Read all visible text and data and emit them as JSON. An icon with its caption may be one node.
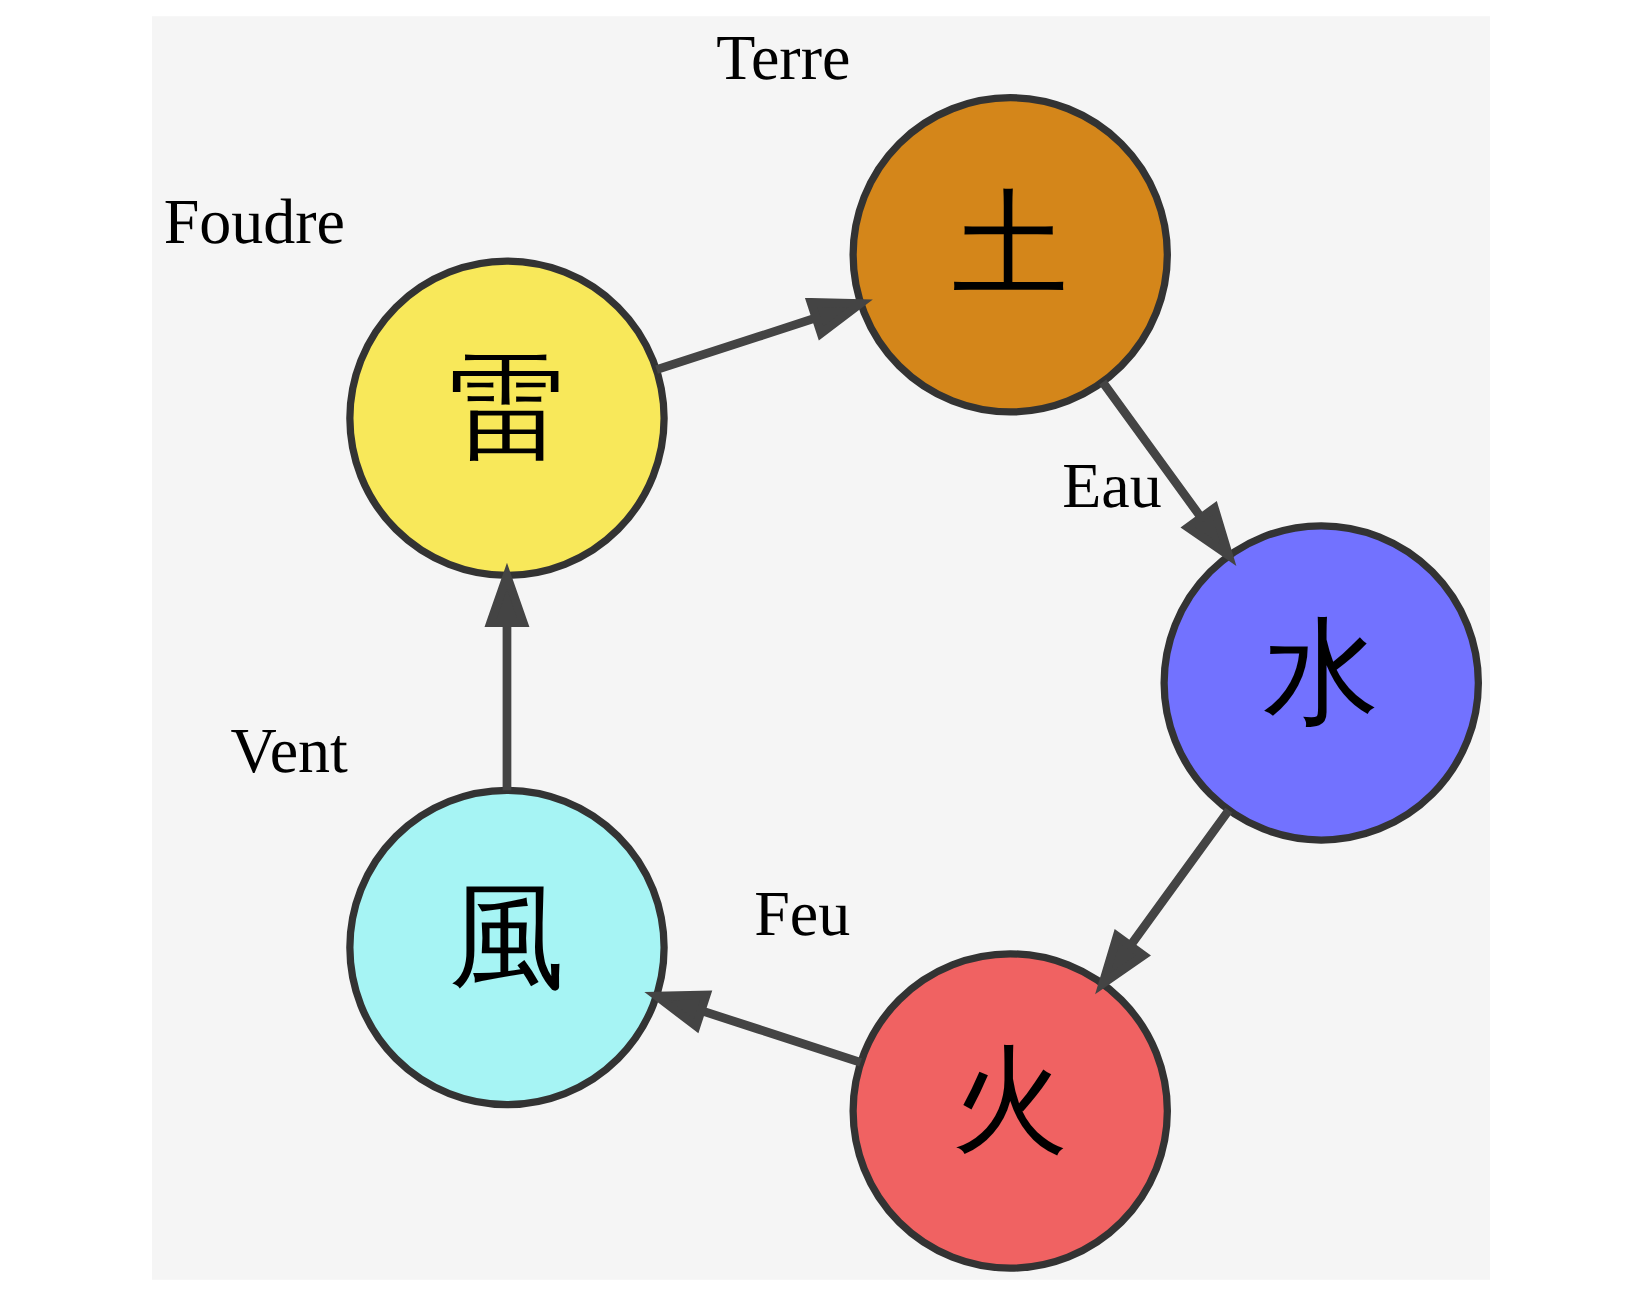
{
  "diagram": {
    "nodes": [
      {
        "text": [
          "火"
        ],
        "beside": [
          "Feu"
        ]
      },
      {
        "text": [
          "風"
        ],
        "beside": [
          "Vent"
        ]
      },
      {
        "text": [
          "雷"
        ],
        "beside": [
          "Foudre"
        ]
      },
      {
        "text": [
          "土"
        ],
        "beside": [
          "Terre"
        ]
      },
      {
        "text": [
          "水"
        ],
        "beside": [
          "Eau"
        ]
      }
    ],
    "edges": [
      {
        "from": 0,
        "to": 1,
        "arrow": "to"
      },
      {
        "from": 1,
        "to": 2,
        "arrow": "to"
      },
      {
        "from": 2,
        "to": 3,
        "arrow": "to"
      },
      {
        "from": 3,
        "to": 4,
        "arrow": "to"
      },
      {
        "from": 4,
        "to": 0,
        "arrow": "to"
      }
    ]
  }
}
